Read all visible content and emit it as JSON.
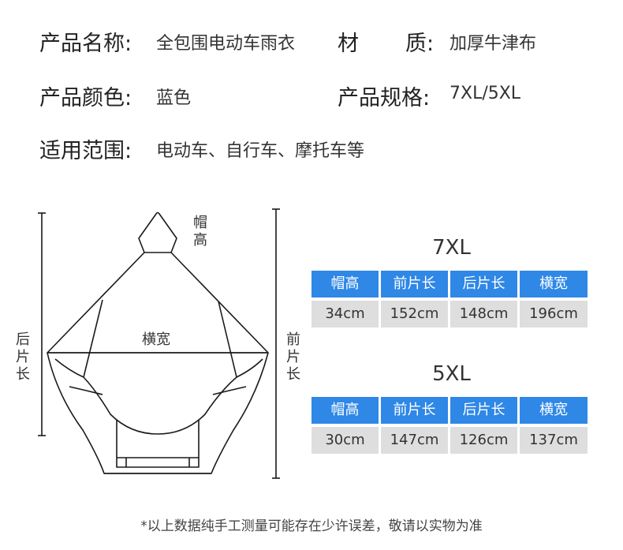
{
  "specs": {
    "name_label": "产品名称:",
    "name_value": "全包围电动车雨衣",
    "material_label_1": "材",
    "material_label_2": "质:",
    "material_value": "加厚牛津布",
    "color_label": "产品颜色:",
    "color_value": "蓝色",
    "size_label": "产品规格:",
    "size_value": "7XL/5XL",
    "usage_label": "适用范围:",
    "usage_value": "电动车、自行车、摩托车等"
  },
  "diagram": {
    "hood_height_label": [
      "帽",
      "高"
    ],
    "width_label": "横宽",
    "back_length_label": [
      "后",
      "片",
      "长"
    ],
    "front_length_label": [
      "前",
      "片",
      "长"
    ]
  },
  "tables": [
    {
      "title": "7XL",
      "headers": [
        "帽高",
        "前片长",
        "后片长",
        "横宽"
      ],
      "values": [
        "34cm",
        "152cm",
        "148cm",
        "196cm"
      ]
    },
    {
      "title": "5XL",
      "headers": [
        "帽高",
        "前片长",
        "后片长",
        "横宽"
      ],
      "values": [
        "30cm",
        "147cm",
        "126cm",
        "137cm"
      ]
    }
  ],
  "footnote": "*以上数据纯手工测量可能存在少许误差，敬请以实物为准",
  "colors": {
    "header_blue": "#2f87e6",
    "cell_gray": "#dedede"
  }
}
